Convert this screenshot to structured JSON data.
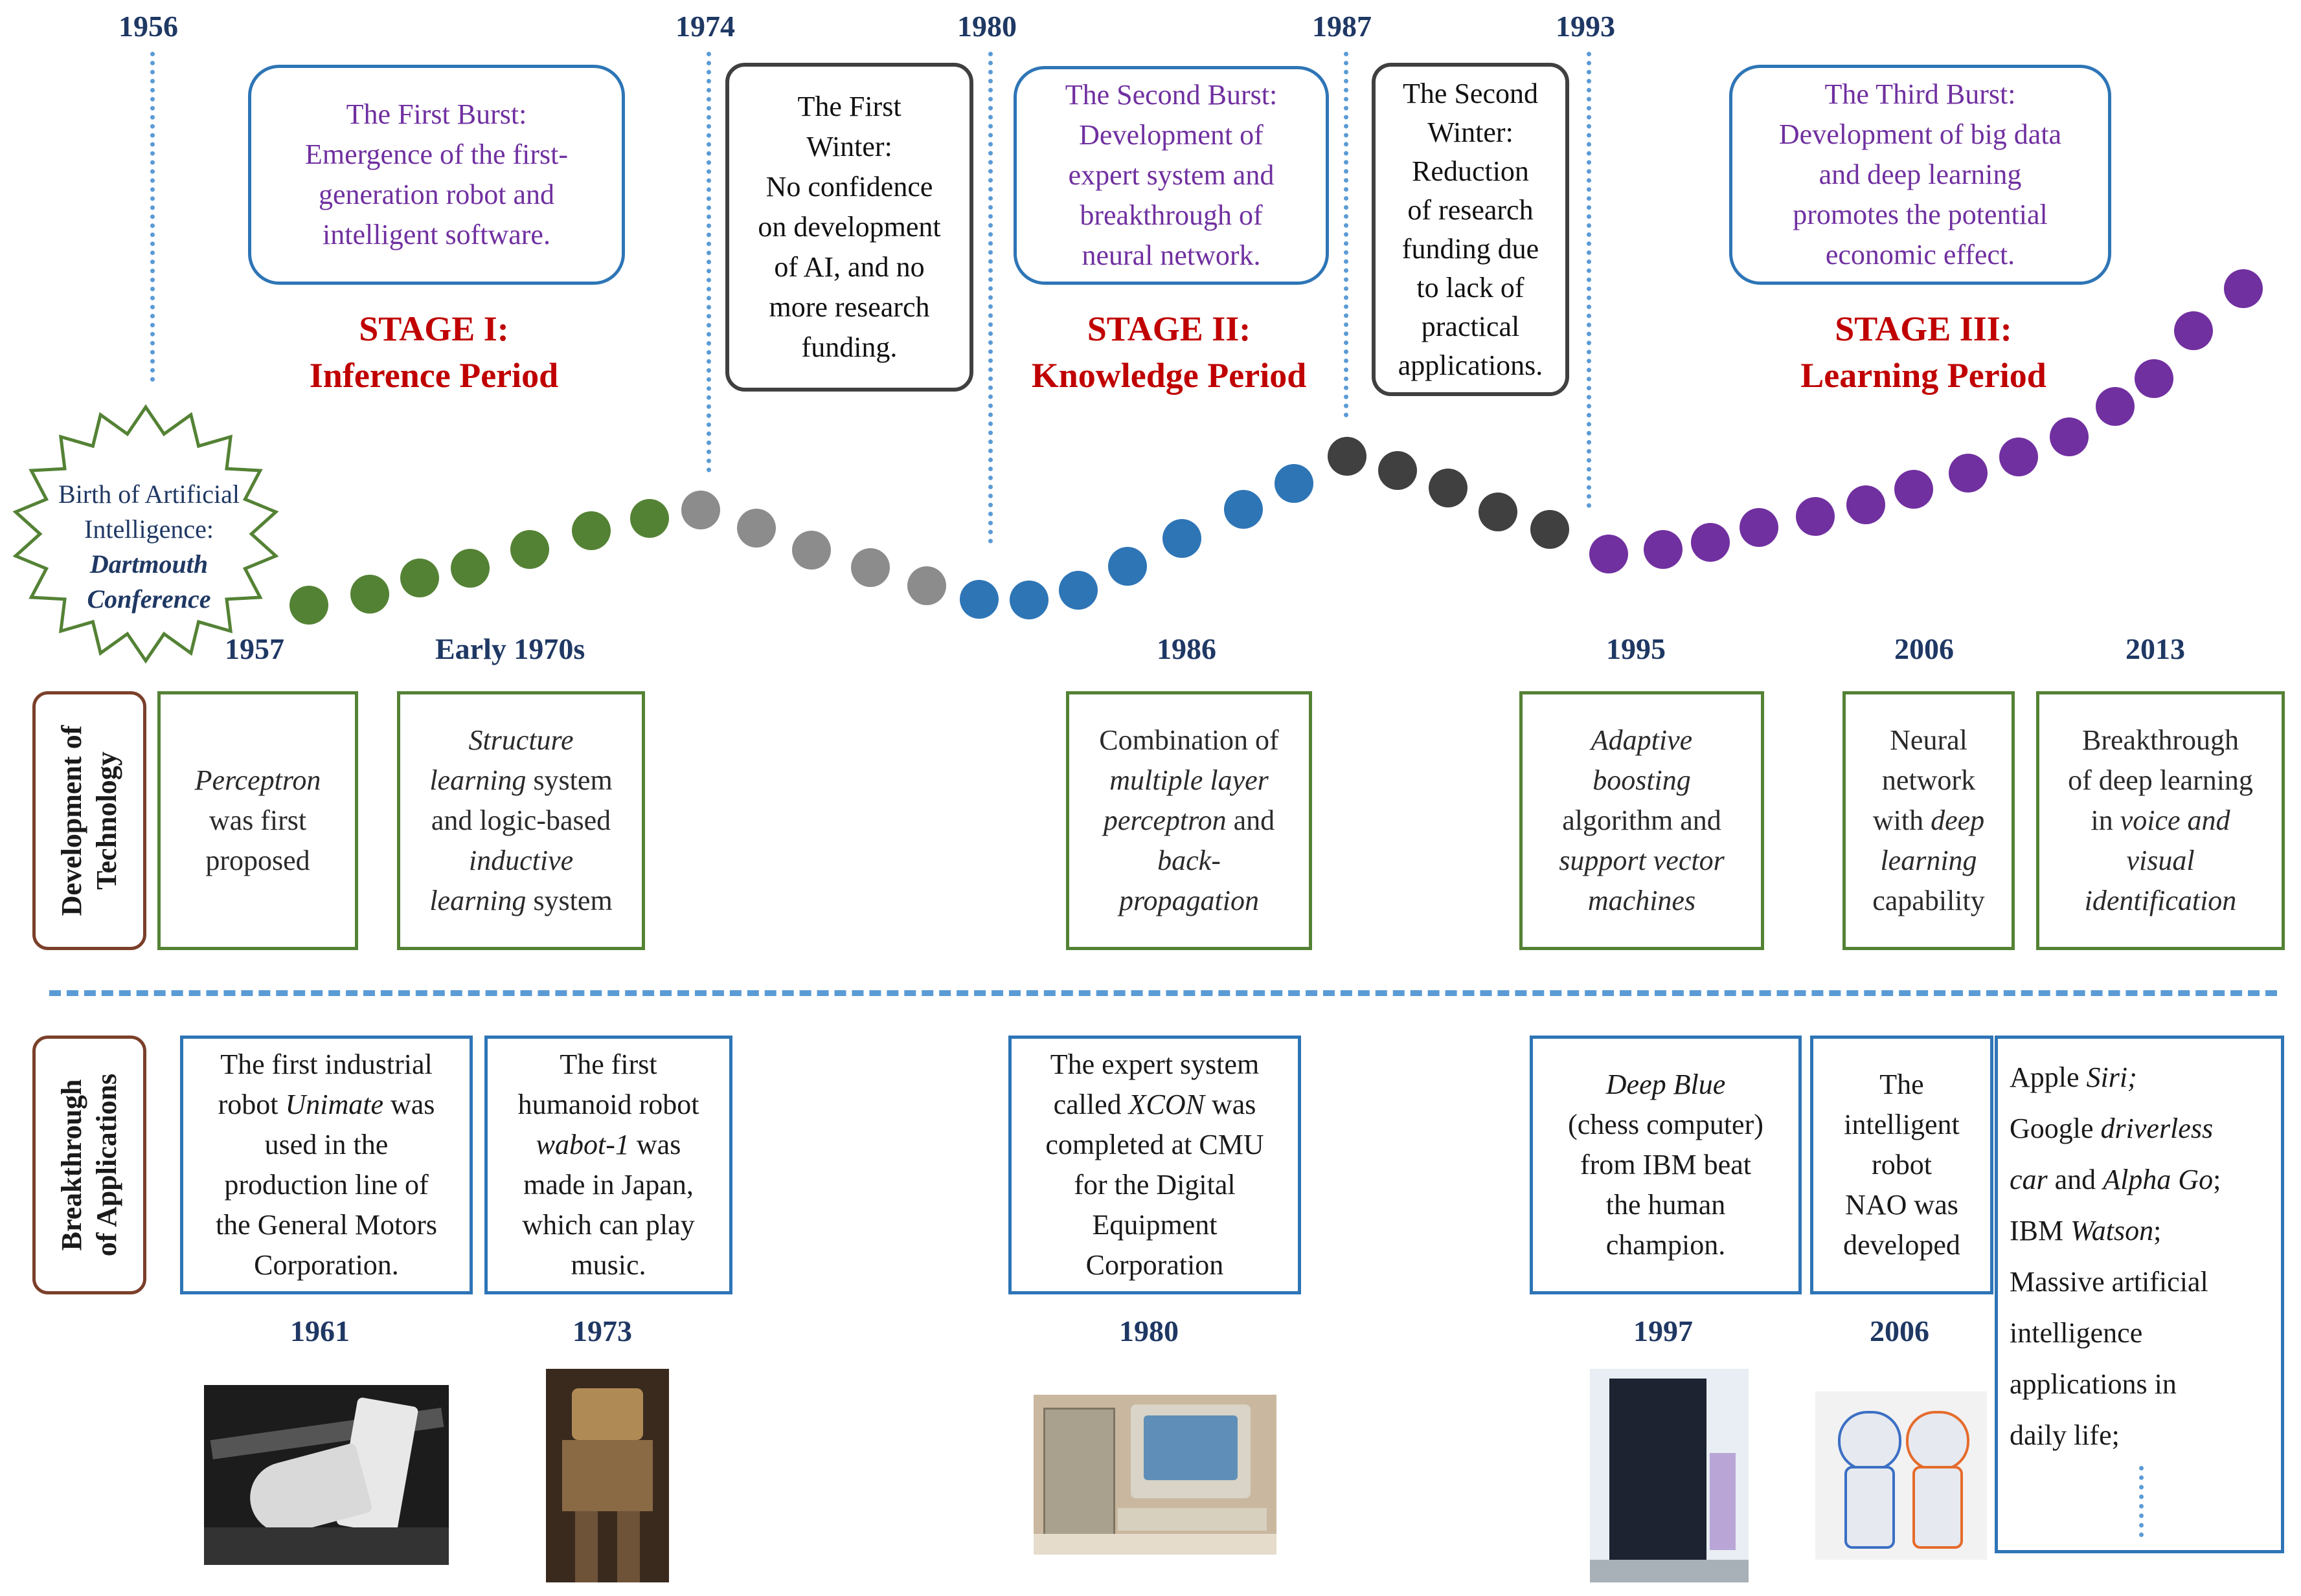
{
  "top_years": {
    "y1956": "1956",
    "y1974": "1974",
    "y1980": "1980",
    "y1987": "1987",
    "y1993": "1993"
  },
  "burst1": {
    "l1": "The First Burst:",
    "l2": "Emergence of the first-",
    "l3": "generation robot and",
    "l4": "intelligent software."
  },
  "winter1": {
    "l1": "The First",
    "l2": "Winter:",
    "l3": "No confidence",
    "l4": "on development",
    "l5": "of AI, and no",
    "l6": "more research",
    "l7": "funding."
  },
  "burst2": {
    "l1": "The Second Burst:",
    "l2": "Development of",
    "l3": "expert system and",
    "l4": "breakthrough of",
    "l5": "neural network."
  },
  "winter2": {
    "l1": "The Second",
    "l2": "Winter:",
    "l3": "Reduction",
    "l4": "of research",
    "l5": "funding due",
    "l6": "to lack of",
    "l7": "practical",
    "l8": "applications."
  },
  "burst3": {
    "l1": "The Third Burst:",
    "l2": "Development of big data",
    "l3": "and deep learning",
    "l4": "promotes the potential",
    "l5": "economic effect."
  },
  "stages": {
    "s1_title": "STAGE I:",
    "s1_name": "Inference Period",
    "s2_title": "STAGE II:",
    "s2_name": "Knowledge Period",
    "s3_title": "STAGE III:",
    "s3_name": "Learning Period"
  },
  "birth": {
    "l1": "Birth of Artificial",
    "l2": "Intelligence:",
    "l3": "Dartmouth",
    "l4": "Conference"
  },
  "tech_years": {
    "a": "1957",
    "b": "Early 1970s",
    "c": "1986",
    "d": "1995",
    "e": "2006",
    "f": "2013"
  },
  "side_labels": {
    "tech1": "Development of",
    "tech2": "Technology",
    "app1": "Breakthrough",
    "app2": "of Applications"
  },
  "tech": {
    "t1": {
      "l1": "Perceptron",
      "l2": "was first",
      "l3": "proposed"
    },
    "t2": {
      "l1": "Structure",
      "l2a": "learning",
      "l2b": " system",
      "l3": "and logic-based",
      "l4": "inductive",
      "l5a": "learning",
      "l5b": " system"
    },
    "t3": {
      "l1": "Combination of",
      "l2": "multiple layer",
      "l3a": "perceptron",
      "l3b": " and",
      "l4": "back-",
      "l5": "propagation"
    },
    "t4": {
      "l1": "Adaptive",
      "l2": "boosting",
      "l3": "algorithm and",
      "l4": "support vector",
      "l5": "machines"
    },
    "t5": {
      "l1": "Neural",
      "l2": "network",
      "l3a": "with ",
      "l3b": "deep",
      "l4": "learning",
      "l5": "capability"
    },
    "t6": {
      "l1": "Breakthrough",
      "l2": "of deep learning",
      "l3a": "in ",
      "l3b": "voice and",
      "l4": "visual",
      "l5": "identification"
    }
  },
  "apps": {
    "a1": {
      "l1": "The first industrial",
      "l2a": "robot ",
      "l2b": "Unimate",
      "l2c": " was",
      "l3": "used in the",
      "l4": "production line of",
      "l5": "the General Motors",
      "l6": "Corporation."
    },
    "a2": {
      "l1": "The first",
      "l2": "humanoid robot",
      "l3a": "wabot-1",
      "l3b": " was",
      "l4": "made in Japan,",
      "l5": "which can play",
      "l6": "music."
    },
    "a3": {
      "l1": "The expert system",
      "l2a": "called ",
      "l2b": "XCON",
      "l2c": " was",
      "l3": "completed at CMU",
      "l4": "for the Digital",
      "l5": "Equipment",
      "l6": "Corporation"
    },
    "a4": {
      "l1": "Deep Blue",
      "l2": "(chess computer)",
      "l3": "from IBM beat",
      "l4": "the human",
      "l5": "champion."
    },
    "a5": {
      "l1": "The",
      "l2": "intelligent",
      "l3": "robot",
      "l4": "NAO was",
      "l5": "developed"
    },
    "a6": {
      "l1a": "Apple ",
      "l1b": "Siri;",
      "l2a": "Google ",
      "l2b": "driverless",
      "l3a": "car",
      "l3b": " and ",
      "l3c": "Alpha Go",
      "l3d": ";",
      "l4a": "IBM ",
      "l4b": "Watson",
      "l4c": ";",
      "l5": "Massive artificial",
      "l6": "intelligence",
      "l7": "applications in",
      "l8": "daily life;"
    }
  },
  "app_years": {
    "a": "1961",
    "b": "1973",
    "c": "1980",
    "d": "1997",
    "e": "2006"
  },
  "colors": {
    "green": "#548235",
    "gray": "#8c8c8c",
    "blue": "#2e75b6",
    "darkgray": "#404040",
    "purple": "#7030a0"
  }
}
